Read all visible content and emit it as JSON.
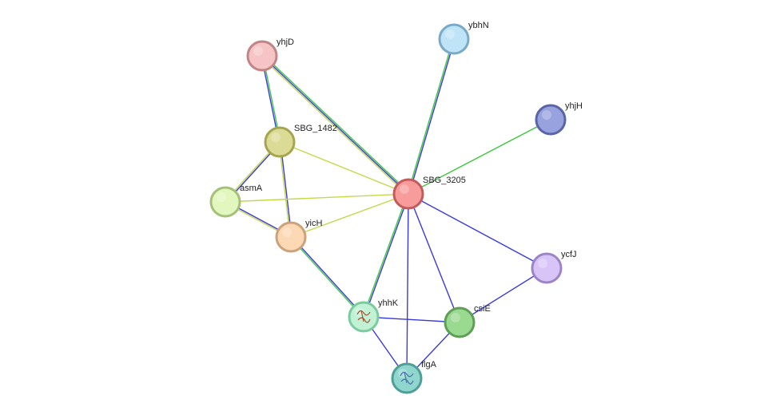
{
  "nodes": [
    {
      "id": "yhjD",
      "label": "yhjD",
      "fill": "#f6c4c4",
      "stroke": "#c08585"
    },
    {
      "id": "ybhN",
      "label": "ybhN",
      "fill": "#bfe3f7",
      "stroke": "#79aac8"
    },
    {
      "id": "yhjH",
      "label": "yhjH",
      "fill": "#98a2df",
      "stroke": "#5a64a8"
    },
    {
      "id": "SBG_1482",
      "label": "SBG_1482",
      "fill": "#dcdb96",
      "stroke": "#a5a44f"
    },
    {
      "id": "SBG_3205",
      "label": "SBG_3205",
      "fill": "#f79b9b",
      "stroke": "#c45b5b"
    },
    {
      "id": "asmA",
      "label": "asmA",
      "fill": "#e1f7bd",
      "stroke": "#a5c07a"
    },
    {
      "id": "yicH",
      "label": "yicH",
      "fill": "#fdd8b5",
      "stroke": "#cba27b"
    },
    {
      "id": "ycfJ",
      "label": "ycfJ",
      "fill": "#d9c4f7",
      "stroke": "#9c84c7"
    },
    {
      "id": "yhhK",
      "label": "yhhK",
      "fill": "#c2f2d6",
      "stroke": "#7ccb9f"
    },
    {
      "id": "csiE",
      "label": "csiE",
      "fill": "#9ad990",
      "stroke": "#5e9e55"
    },
    {
      "id": "flgA",
      "label": "flgA",
      "fill": "#8fd6cf",
      "stroke": "#4f9e97"
    }
  ],
  "edges": [
    {
      "from": "yhjD",
      "to": "SBG_1482",
      "colors": [
        "#3ec83e",
        "#3a3ae0"
      ]
    },
    {
      "from": "yhjD",
      "to": "SBG_3205",
      "colors": [
        "#3ec83e",
        "#3a3ae0",
        "#c4d94a"
      ]
    },
    {
      "from": "ybhN",
      "to": "SBG_3205",
      "colors": [
        "#3a3ae0",
        "#3ec83e"
      ]
    },
    {
      "from": "yhjH",
      "to": "SBG_3205",
      "colors": [
        "#3ec83e"
      ]
    },
    {
      "from": "SBG_1482",
      "to": "SBG_3205",
      "colors": [
        "#c4d94a"
      ]
    },
    {
      "from": "SBG_1482",
      "to": "asmA",
      "colors": [
        "#3a3ae0",
        "#c4d94a"
      ]
    },
    {
      "from": "SBG_1482",
      "to": "yicH",
      "colors": [
        "#3a3ae0",
        "#c4d94a"
      ]
    },
    {
      "from": "asmA",
      "to": "SBG_3205",
      "colors": [
        "#c4d94a"
      ]
    },
    {
      "from": "asmA",
      "to": "yicH",
      "colors": [
        "#3a3ae0",
        "#c4d94a"
      ]
    },
    {
      "from": "yicH",
      "to": "SBG_3205",
      "colors": [
        "#c4d94a"
      ]
    },
    {
      "from": "yicH",
      "to": "yhhK",
      "colors": [
        "#3a3ae0",
        "#3ec83e"
      ]
    },
    {
      "from": "SBG_3205",
      "to": "yhhK",
      "colors": [
        "#3a3ae0",
        "#3ec83e"
      ]
    },
    {
      "from": "SBG_3205",
      "to": "flgA",
      "colors": [
        "#3a3ae0"
      ]
    },
    {
      "from": "SBG_3205",
      "to": "csiE",
      "colors": [
        "#3a3ae0"
      ]
    },
    {
      "from": "SBG_3205",
      "to": "ycfJ",
      "colors": [
        "#3a3ae0"
      ]
    },
    {
      "from": "yhhK",
      "to": "csiE",
      "colors": [
        "#3a3ae0"
      ]
    },
    {
      "from": "yhhK",
      "to": "flgA",
      "colors": [
        "#3a3ae0"
      ]
    },
    {
      "from": "csiE",
      "to": "flgA",
      "colors": [
        "#3a3ae0"
      ]
    },
    {
      "from": "csiE",
      "to": "ycfJ",
      "colors": [
        "#3a3ae0"
      ]
    }
  ]
}
